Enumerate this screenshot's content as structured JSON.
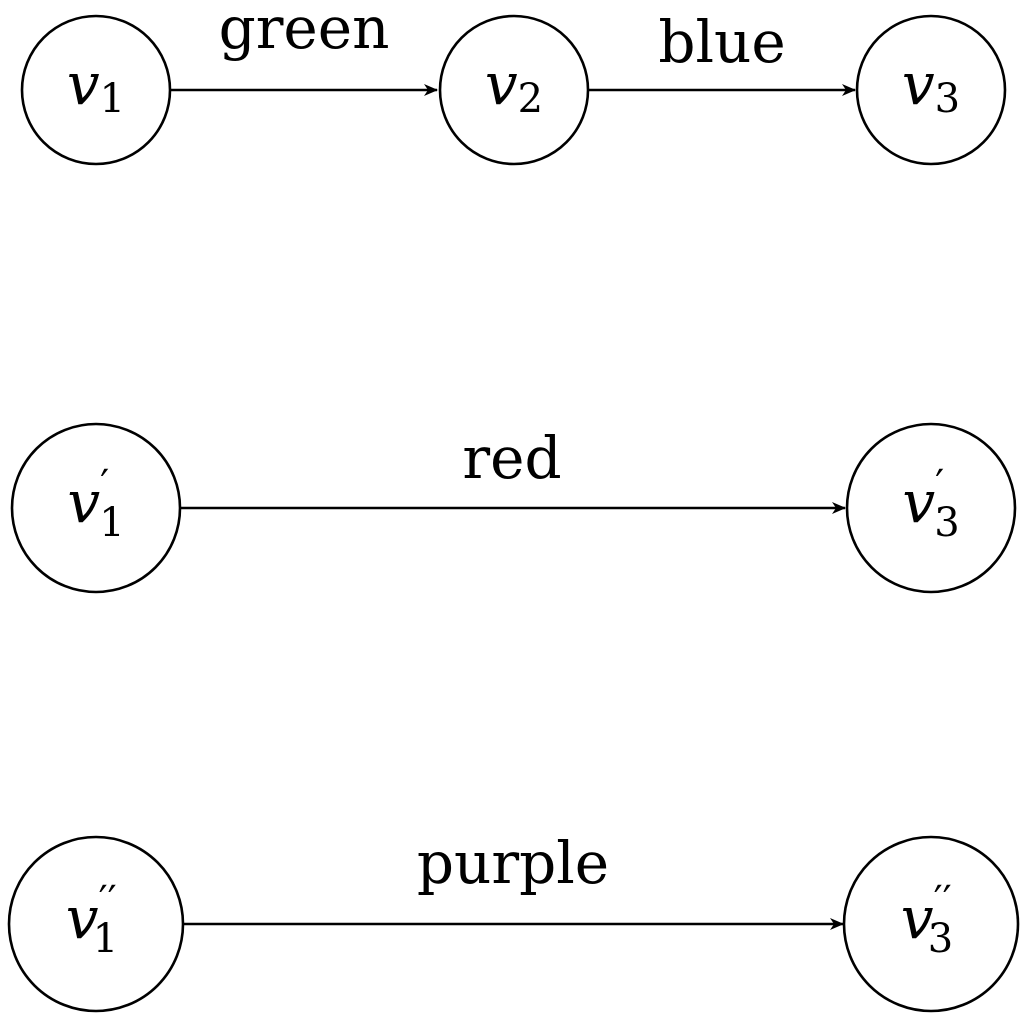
{
  "colors": {
    "background": "#ffffff",
    "stroke": "#000000",
    "text": "#000000"
  },
  "nodes": {
    "v1": {
      "var": "v",
      "sub": "1",
      "prime": ""
    },
    "v2": {
      "var": "v",
      "sub": "2",
      "prime": ""
    },
    "v3": {
      "var": "v",
      "sub": "3",
      "prime": ""
    },
    "v1p": {
      "var": "v",
      "sub": "1",
      "prime": "′"
    },
    "v3p": {
      "var": "v",
      "sub": "3",
      "prime": "′"
    },
    "v1pp": {
      "var": "v",
      "sub": "1",
      "prime": "′′"
    },
    "v3pp": {
      "var": "v",
      "sub": "3",
      "prime": "′′"
    }
  },
  "edges": {
    "v1_v2": "green",
    "v2_v3": "blue",
    "v1p_v3p": "red",
    "v1pp_v3pp": "purple"
  }
}
